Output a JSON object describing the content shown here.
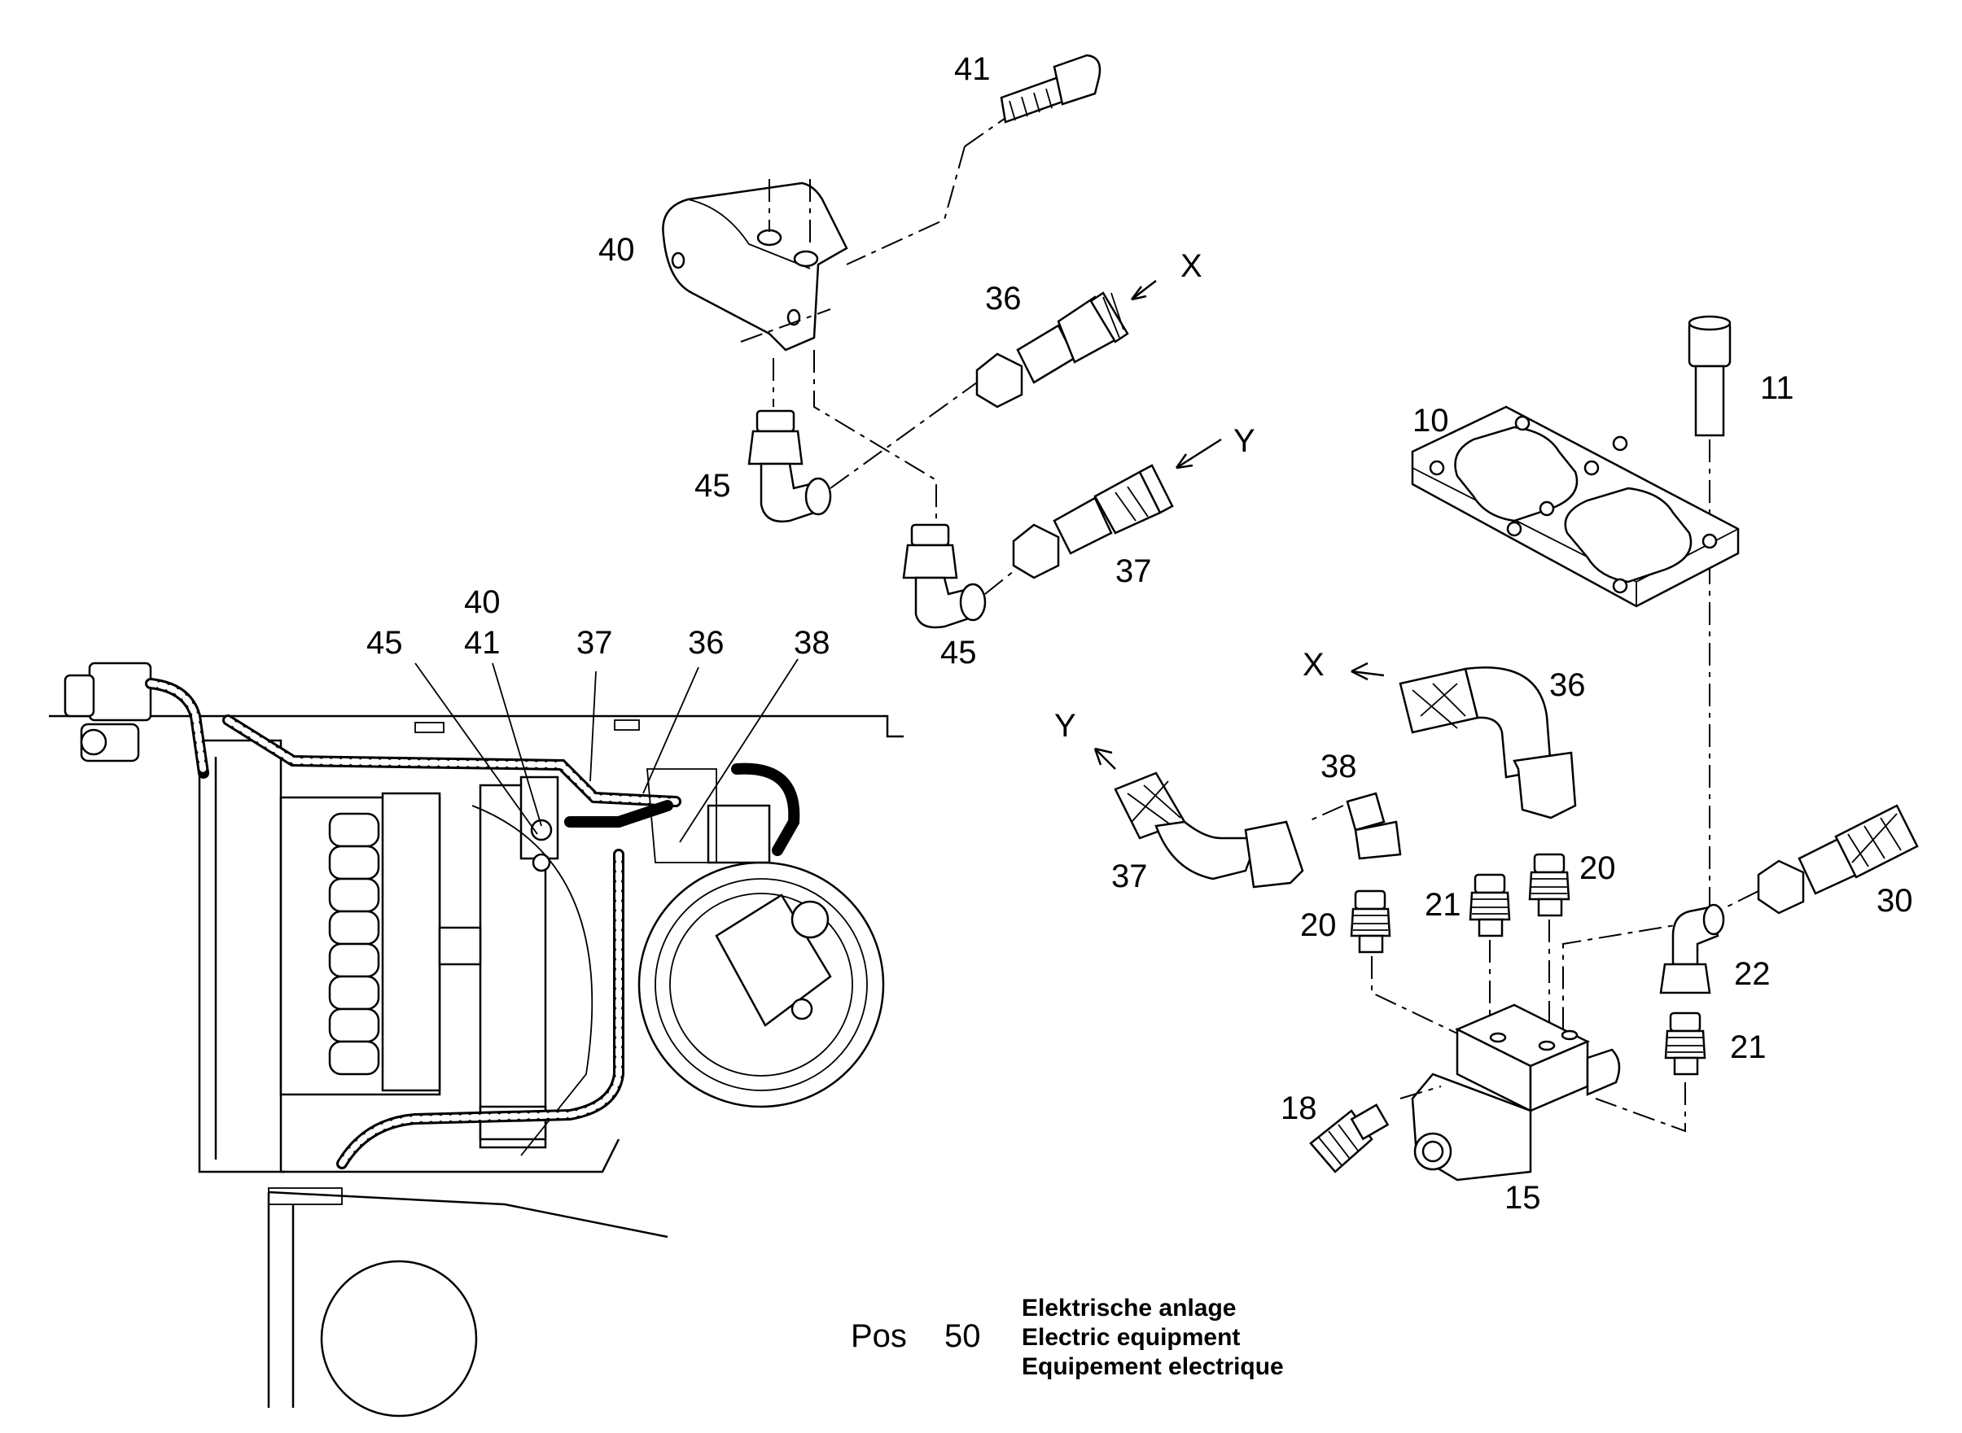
{
  "labels": {
    "p41_top": "41",
    "p40_top": "40",
    "p36_top": "36",
    "x_top": "X",
    "y_top": "Y",
    "p45_a": "45",
    "p45_b": "45",
    "p37_top": "37",
    "p11": "11",
    "p10": "10",
    "x_right": "X",
    "p36_right": "36",
    "y_right": "Y",
    "p38_right": "38",
    "p37_right": "37",
    "p20_a": "20",
    "p21_a": "21",
    "p20_b": "20",
    "p30": "30",
    "p22": "22",
    "p21_b": "21",
    "p18": "18",
    "p15": "15",
    "m45": "45",
    "m40": "40",
    "m41": "41",
    "m37": "37",
    "m36": "36",
    "m38": "38"
  },
  "caption": {
    "pos_label": "Pos",
    "pos_number": "50",
    "line_de": "Elektrische anlage",
    "line_en": "Electric equipment",
    "line_fr": "Equipement electrique"
  }
}
